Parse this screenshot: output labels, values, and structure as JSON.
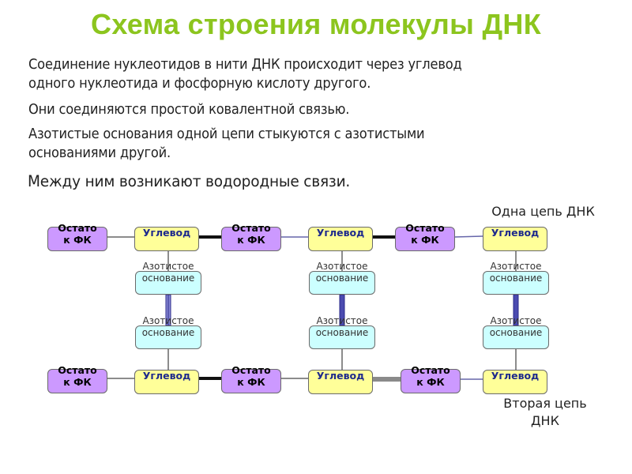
{
  "title": "Схема строения молекулы ДНК",
  "paragraphs": [
    "Соединение нуклеотидов в нити ДНК происходит через углевод",
    "одного нуклеотида и фосфорную кислоту другого.",
    "Они соединяются простой ковалентной связью.",
    "Азотистые основания одной цепи стыкуются с азотистыми",
    "основаниями другой.",
    "Между ним возникают водородные связи."
  ],
  "labels": {
    "strand_one": "Одна цепь ДНК",
    "strand_two_line1": "Вторая цепь",
    "strand_two_line2": "ДНК"
  },
  "nodes": {
    "phosphate": "Остаток ФК",
    "sugar": "Углевод",
    "base": "Азотистое основание"
  },
  "colors": {
    "title": "#8cc51e",
    "phosphate": "#cc99ff",
    "sugar": "#ffff99",
    "base": "#ccffff",
    "hydrogen_bond": "#4b4bb0"
  },
  "diagram": {
    "top_strand": [
      "phosphate",
      "sugar",
      "phosphate",
      "sugar",
      "phosphate",
      "sugar"
    ],
    "bottom_strand": [
      "phosphate",
      "sugar",
      "phosphate",
      "sugar",
      "phosphate",
      "sugar"
    ],
    "base_pairs": 3
  }
}
